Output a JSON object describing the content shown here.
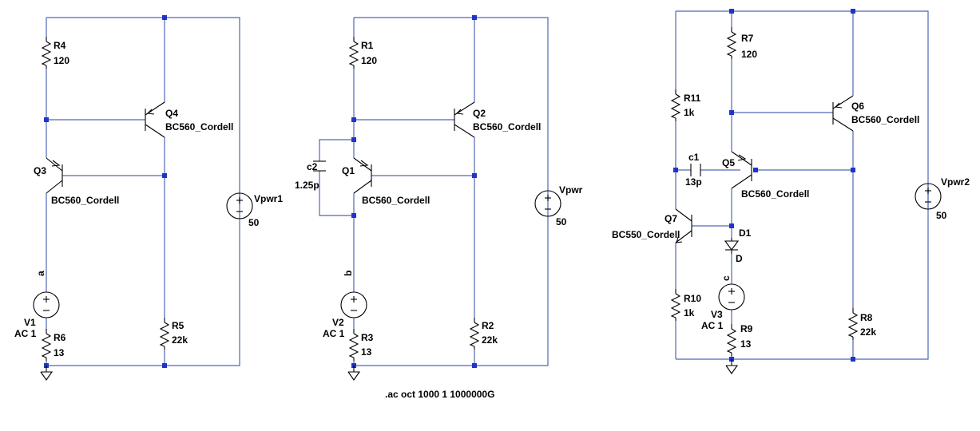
{
  "colors": {
    "wire": "#4f67b8",
    "component": "#000000",
    "junction": "#1f34c8",
    "background": "#ffffff"
  },
  "directive": ".ac oct 1000 1 1000000G",
  "circuit1": {
    "R4": {
      "name": "R4",
      "value": "120"
    },
    "Q4": {
      "name": "Q4",
      "model": "BC560_Cordell"
    },
    "Q3": {
      "name": "Q3",
      "model": "BC560_Cordell"
    },
    "Vpwr1": {
      "name": "Vpwr1",
      "value": "50"
    },
    "net": "a",
    "V1": {
      "name": "V1",
      "value": "AC 1"
    },
    "R6": {
      "name": "R6",
      "value": "13"
    },
    "R5": {
      "name": "R5",
      "value": "22k"
    }
  },
  "circuit2": {
    "R1": {
      "name": "R1",
      "value": "120"
    },
    "Q2": {
      "name": "Q2",
      "model": "BC560_Cordell"
    },
    "c2": {
      "name": "c2",
      "value": "1.25p"
    },
    "Q1": {
      "name": "Q1",
      "model": "BC560_Cordell"
    },
    "Vpwr": {
      "name": "Vpwr",
      "value": "50"
    },
    "net": "b",
    "V2": {
      "name": "V2",
      "value": "AC 1"
    },
    "R3": {
      "name": "R3",
      "value": "13"
    },
    "R2": {
      "name": "R2",
      "value": "22k"
    }
  },
  "circuit3": {
    "R7": {
      "name": "R7",
      "value": "120"
    },
    "R11": {
      "name": "R11",
      "value": "1k"
    },
    "Q6": {
      "name": "Q6",
      "model": "BC560_Cordell"
    },
    "c1": {
      "name": "c1",
      "value": "13p"
    },
    "Q5": {
      "name": "Q5",
      "model": "BC560_Cordell"
    },
    "Vpwr2": {
      "name": "Vpwr2",
      "value": "50"
    },
    "Q7": {
      "name": "Q7",
      "model": "BC550_Cordell"
    },
    "D1": {
      "name": "D1",
      "value": "D"
    },
    "net": "c",
    "R10": {
      "name": "R10",
      "value": "1k"
    },
    "V3": {
      "name": "V3",
      "value": "AC 1"
    },
    "R9": {
      "name": "R9",
      "value": "13"
    },
    "R8": {
      "name": "R8",
      "value": "22k"
    }
  }
}
